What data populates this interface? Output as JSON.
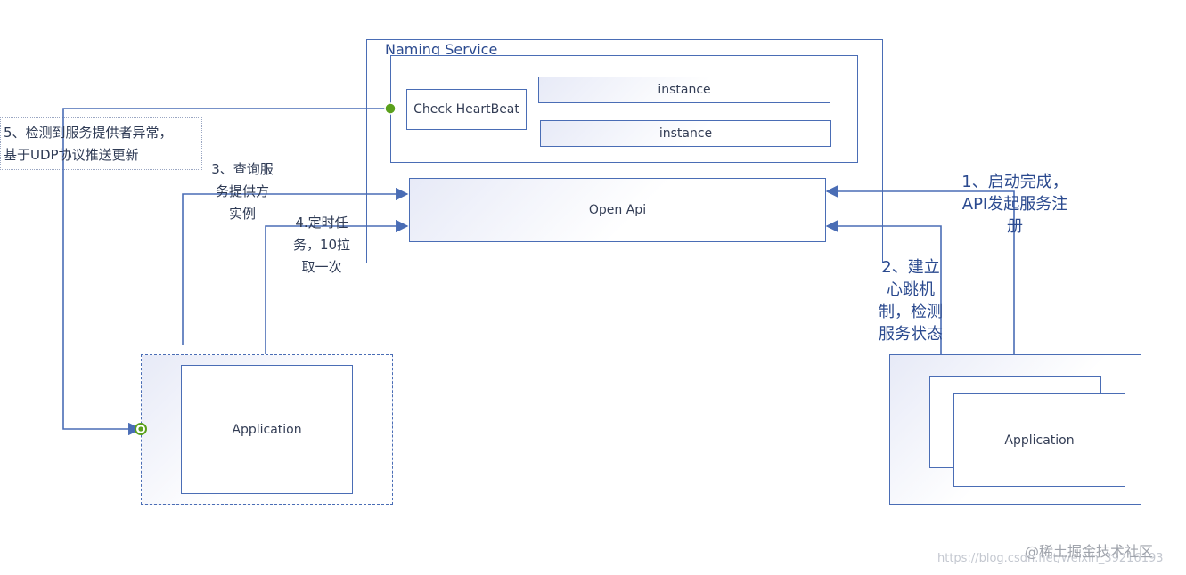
{
  "naming_service": {
    "title": "Naming Service",
    "check_heartbeat": "Check HeartBeat",
    "instances": [
      "instance",
      "instance"
    ],
    "open_api": "Open Api"
  },
  "consumer": {
    "label": "Application"
  },
  "provider": {
    "label": "Application"
  },
  "steps": {
    "register": [
      "1、启动完成，",
      "API发起服务注",
      "册"
    ],
    "heartbeat": [
      "2、建立",
      "心跳机",
      "制，检测",
      "服务状态"
    ],
    "query": [
      "3、查询服",
      "务提供方",
      "实例"
    ],
    "poll": [
      "4.定时任",
      "务，10拉",
      "取一次"
    ],
    "push": [
      "5、检测到服务提供者异常，",
      "基于UDP协议推送更新"
    ]
  },
  "watermark": {
    "brand": "@稀土掘金技术社区",
    "url": "https://blog.csdn.net/weixin_39216193"
  },
  "colors": {
    "line": "#4a6db5",
    "node": "#5aa01c",
    "text": "#2b4a8f"
  }
}
